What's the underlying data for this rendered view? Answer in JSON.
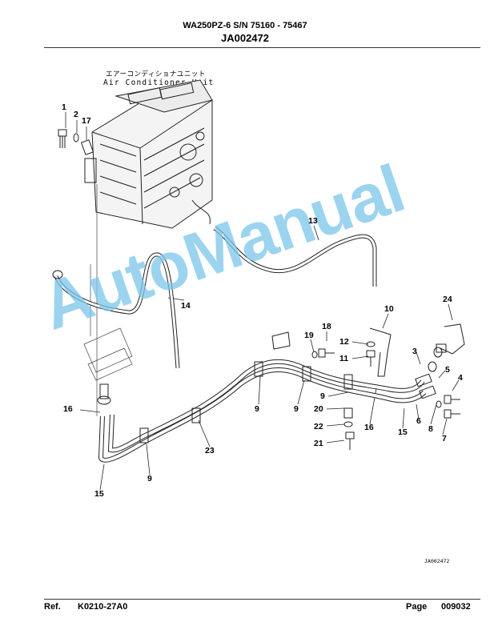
{
  "header": {
    "model_line": "WA250PZ-6 S/N 75160 - 75467",
    "part_group": "JA002472"
  },
  "diagram": {
    "unit_label_jp": "エアーコンディショナユニット",
    "unit_label_en": "Air Conditioner Unit",
    "drawing_code": "JA002472",
    "watermark": "AutoManual",
    "callouts": {
      "c1": "1",
      "c2": "2",
      "c17": "17",
      "c13": "13",
      "c14": "14",
      "c10": "10",
      "c24": "24",
      "c18": "18",
      "c19": "19",
      "c12": "12",
      "c11": "11",
      "c3": "3",
      "c5": "5",
      "c4": "4",
      "c9a": "9",
      "c9b": "9",
      "c9c": "9",
      "c9d": "9",
      "c16a": "16",
      "c16b": "16",
      "c20": "20",
      "c22": "22",
      "c21": "21",
      "c15a": "15",
      "c15b": "15",
      "c6": "6",
      "c8": "8",
      "c7": "7",
      "c23": "23"
    }
  },
  "footer": {
    "ref_label": "Ref.",
    "ref_value": "K0210-27A0",
    "page_label": "Page",
    "page_value": "009032"
  }
}
